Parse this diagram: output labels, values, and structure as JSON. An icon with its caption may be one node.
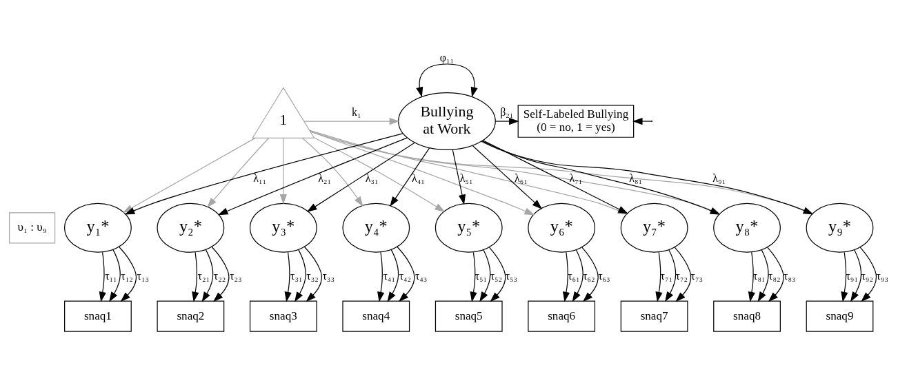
{
  "diagram": {
    "nodes": [
      {
        "text": [
          "1"
        ]
      },
      {
        "text": [
          "υ₁ : υ₉"
        ]
      },
      {
        "text": [
          "Bullying at Work"
        ]
      },
      {
        "text": [
          "Self-Labeled Bullying (0 = no, 1 = yes)"
        ]
      },
      {
        "text": [
          "y₁*"
        ]
      },
      {
        "text": [
          "y₂*"
        ]
      },
      {
        "text": [
          "y₃*"
        ]
      },
      {
        "text": [
          "y₄*"
        ]
      },
      {
        "text": [
          "y₅*"
        ]
      },
      {
        "text": [
          "y₆*"
        ]
      },
      {
        "text": [
          "y₇*"
        ]
      },
      {
        "text": [
          "y₈*"
        ]
      },
      {
        "text": [
          "y₉*"
        ]
      },
      {
        "text": [
          "snaq1"
        ]
      },
      {
        "text": [
          "snaq2"
        ]
      },
      {
        "text": [
          "snaq3"
        ]
      },
      {
        "text": [
          "snaq4"
        ]
      },
      {
        "text": [
          "snaq5"
        ]
      },
      {
        "text": [
          "snaq6"
        ]
      },
      {
        "text": [
          "snaq7"
        ]
      },
      {
        "text": [
          "snaq8"
        ]
      },
      {
        "text": [
          "snaq9"
        ]
      }
    ],
    "edges": [
      {
        "from": 0,
        "to": 2,
        "arrow": "to",
        "label": "k₁",
        "color": "#a6a6a6"
      },
      {
        "from": 2,
        "to": 2,
        "arrow": "both",
        "label": "φ₁₁"
      },
      {
        "from": 2,
        "to": 3,
        "arrow": "to",
        "label": "β₂₁"
      },
      {
        "from": null,
        "to": 3,
        "arrow": "to"
      },
      {
        "from": 0,
        "to": 4,
        "arrow": "to",
        "color": "#a6a6a6"
      },
      {
        "from": 0,
        "to": 5,
        "arrow": "to",
        "color": "#a6a6a6"
      },
      {
        "from": 0,
        "to": 6,
        "arrow": "to",
        "color": "#a6a6a6"
      },
      {
        "from": 0,
        "to": 7,
        "arrow": "to",
        "color": "#a6a6a6"
      },
      {
        "from": 0,
        "to": 8,
        "arrow": "to",
        "color": "#a6a6a6"
      },
      {
        "from": 0,
        "to": 9,
        "arrow": "to",
        "color": "#a6a6a6"
      },
      {
        "from": 0,
        "to": 10,
        "arrow": "to",
        "color": "#a6a6a6"
      },
      {
        "from": 0,
        "to": 11,
        "arrow": "to",
        "color": "#a6a6a6"
      },
      {
        "from": 0,
        "to": 12,
        "arrow": "to",
        "color": "#a6a6a6"
      },
      {
        "from": 2,
        "to": 4,
        "arrow": "to",
        "label": "λ₁₁"
      },
      {
        "from": 2,
        "to": 5,
        "arrow": "to",
        "label": "λ₂₁"
      },
      {
        "from": 2,
        "to": 6,
        "arrow": "to",
        "label": "λ₃₁"
      },
      {
        "from": 2,
        "to": 7,
        "arrow": "to",
        "label": "λ₄₁"
      },
      {
        "from": 2,
        "to": 8,
        "arrow": "to",
        "label": "λ₅₁"
      },
      {
        "from": 2,
        "to": 9,
        "arrow": "to",
        "label": "λ₆₁"
      },
      {
        "from": 2,
        "to": 10,
        "arrow": "to",
        "label": "λ₇₁"
      },
      {
        "from": 2,
        "to": 11,
        "arrow": "to",
        "label": "λ₈₁"
      },
      {
        "from": 2,
        "to": 12,
        "arrow": "to",
        "label": "λ₉₁"
      },
      {
        "from": 4,
        "to": 13,
        "arrow": "to",
        "label": "τ₁₁"
      },
      {
        "from": 4,
        "to": 13,
        "arrow": "to",
        "label": "τ₁₂"
      },
      {
        "from": 4,
        "to": 13,
        "arrow": "to",
        "label": "τ₁₃"
      },
      {
        "from": 5,
        "to": 14,
        "arrow": "to",
        "label": "τ₂₁"
      },
      {
        "from": 5,
        "to": 14,
        "arrow": "to",
        "label": "τ₂₂"
      },
      {
        "from": 5,
        "to": 14,
        "arrow": "to",
        "label": "τ₂₃"
      },
      {
        "from": 6,
        "to": 15,
        "arrow": "to",
        "label": "τ₃₁"
      },
      {
        "from": 6,
        "to": 15,
        "arrow": "to",
        "label": "τ₃₂"
      },
      {
        "from": 6,
        "to": 15,
        "arrow": "to",
        "label": "τ₃₃"
      },
      {
        "from": 7,
        "to": 16,
        "arrow": "to",
        "label": "τ₄₁"
      },
      {
        "from": 7,
        "to": 16,
        "arrow": "to",
        "label": "τ₄₂"
      },
      {
        "from": 7,
        "to": 16,
        "arrow": "to",
        "label": "τ₄₃"
      },
      {
        "from": 8,
        "to": 17,
        "arrow": "to",
        "label": "τ₅₁"
      },
      {
        "from": 8,
        "to": 17,
        "arrow": "to",
        "label": "τ₅₂"
      },
      {
        "from": 8,
        "to": 17,
        "arrow": "to",
        "label": "τ₅₃"
      },
      {
        "from": 9,
        "to": 18,
        "arrow": "to",
        "label": "τ₆₁"
      },
      {
        "from": 9,
        "to": 18,
        "arrow": "to",
        "label": "τ₆₂"
      },
      {
        "from": 9,
        "to": 18,
        "arrow": "to",
        "label": "τ₆₃"
      },
      {
        "from": 10,
        "to": 19,
        "arrow": "to",
        "label": "τ₇₁"
      },
      {
        "from": 10,
        "to": 19,
        "arrow": "to",
        "label": "τ₇₂"
      },
      {
        "from": 10,
        "to": 19,
        "arrow": "to",
        "label": "τ₇₃"
      },
      {
        "from": 11,
        "to": 20,
        "arrow": "to",
        "label": "τ₈₁"
      },
      {
        "from": 11,
        "to": 20,
        "arrow": "to",
        "label": "τ₈₂"
      },
      {
        "from": 11,
        "to": 20,
        "arrow": "to",
        "label": "τ₈₃"
      },
      {
        "from": 12,
        "to": 21,
        "arrow": "to",
        "label": "τ₉₁"
      },
      {
        "from": 12,
        "to": 21,
        "arrow": "to",
        "label": "τ₉₂"
      },
      {
        "from": 12,
        "to": 21,
        "arrow": "to",
        "label": "τ₉₃"
      }
    ]
  }
}
